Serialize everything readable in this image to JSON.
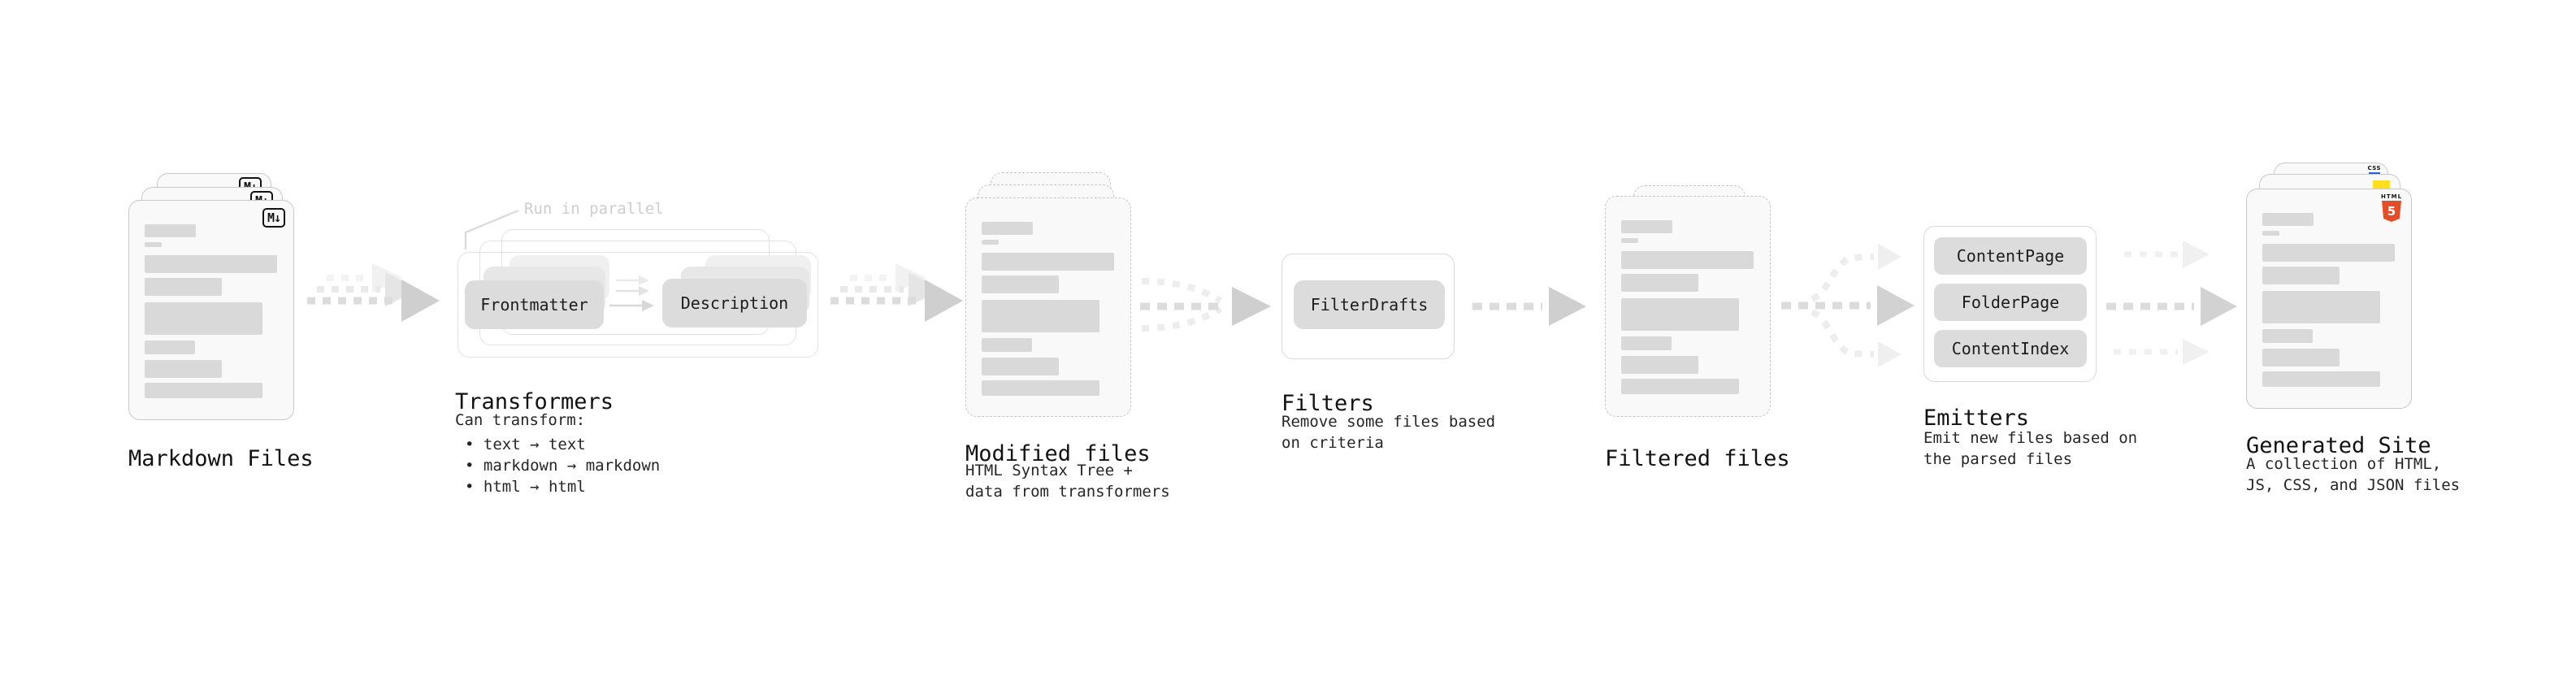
{
  "stages": {
    "markdown": {
      "title": "Markdown Files",
      "badge": "M↓"
    },
    "transformers": {
      "title": "Transformers",
      "annotation": "Run in parallel",
      "pill_frontmatter": "Frontmatter",
      "pill_description": "Description",
      "subtitle": "Can transform:",
      "bullets": [
        "text → text",
        "markdown → markdown",
        "html → html"
      ]
    },
    "modified": {
      "title": "Modified files",
      "subtitle_line1": "HTML Syntax Tree +",
      "subtitle_line2": "data from transformers"
    },
    "filters": {
      "title": "Filters",
      "pill": "FilterDrafts",
      "subtitle_line1": "Remove some files based",
      "subtitle_line2": "on criteria"
    },
    "filtered": {
      "title": "Filtered files"
    },
    "emitters": {
      "title": "Emitters",
      "pills": [
        "ContentPage",
        "FolderPage",
        "ContentIndex"
      ],
      "subtitle_line1": "Emit new files based on",
      "subtitle_line2": "the parsed files"
    },
    "generated": {
      "title": "Generated Site",
      "subtitle_line1": "A collection of HTML,",
      "subtitle_line2": "JS, CSS, and JSON files",
      "html5_label": "HTML",
      "html5_number": "5",
      "css_label": "CSS"
    }
  },
  "colors": {
    "html5_orange": "#e44d26",
    "js_yellow": "#ffdf1e",
    "css_blue": "#2563eb",
    "card_border": "#c9c9c9",
    "arrow_dash": "#dcdcdc",
    "arrow_head": "#cfcfcf"
  }
}
